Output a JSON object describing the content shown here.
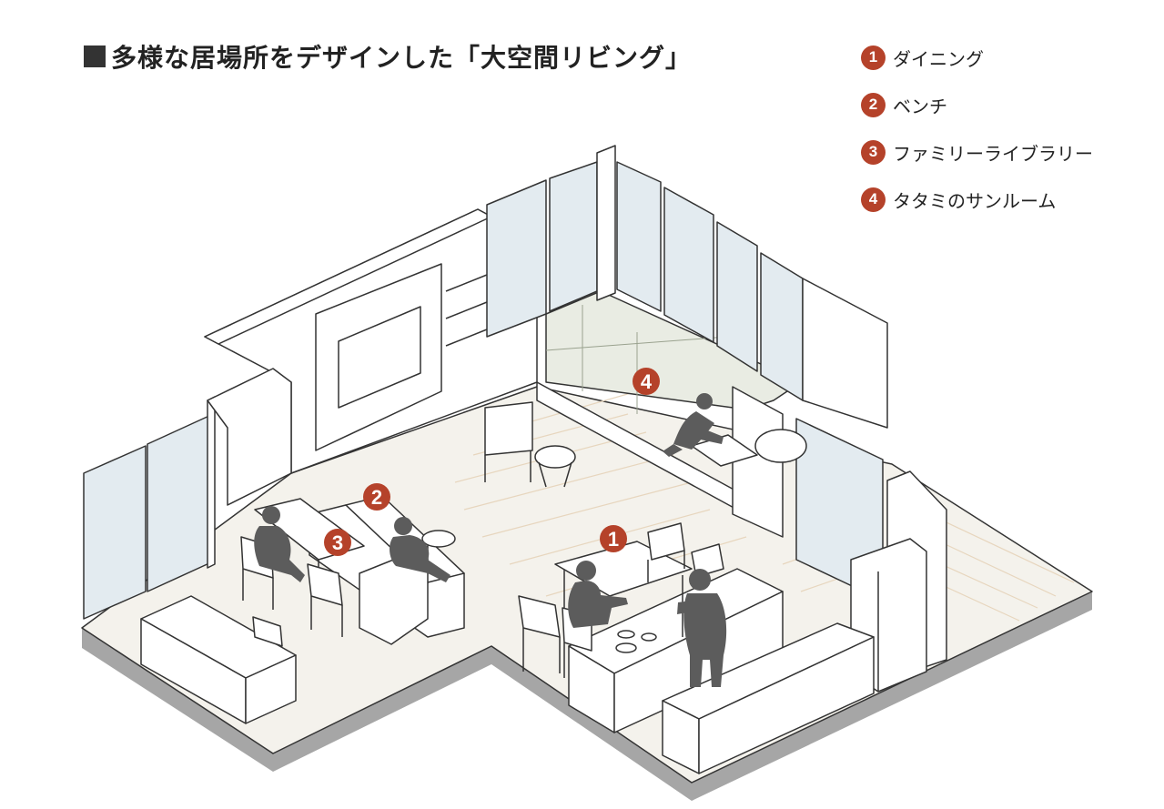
{
  "title": "多様な居場所をデザインした「大空間リビング」",
  "legend": [
    {
      "num": "1",
      "label": "ダイニング"
    },
    {
      "num": "2",
      "label": "ベンチ"
    },
    {
      "num": "3",
      "label": "ファミリーライブラリー"
    },
    {
      "num": "4",
      "label": "タタミのサンルーム"
    }
  ],
  "markers": {
    "m1": "1",
    "m2": "2",
    "m3": "3",
    "m4": "4"
  },
  "colors": {
    "accent": "#b5422a",
    "floor": "#f4f2ec",
    "glass": "#e3ebf0",
    "silhouette": "#5c5c5c",
    "line": "#333333"
  }
}
